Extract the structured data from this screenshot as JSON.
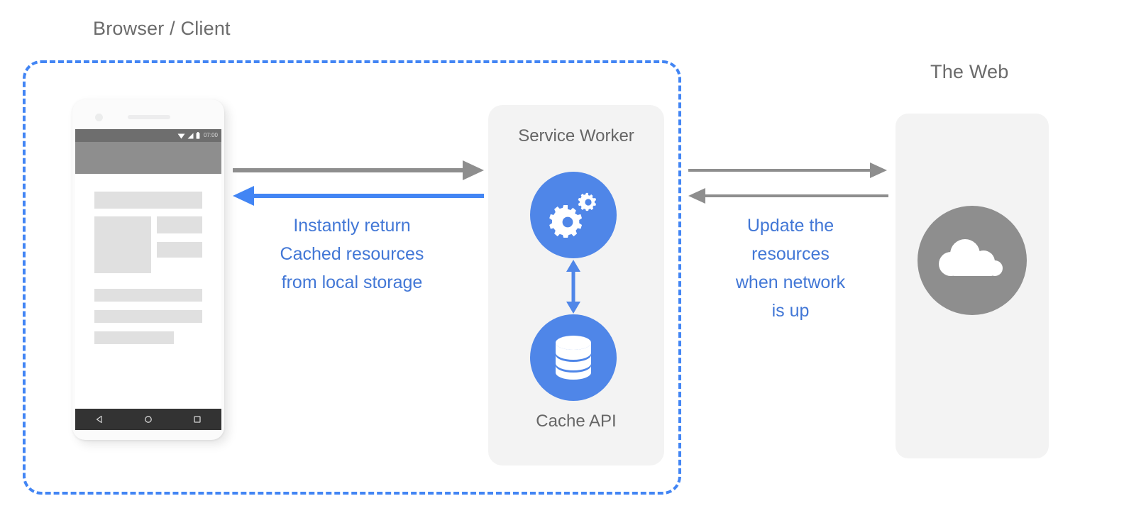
{
  "diagram": {
    "title_browser": "Browser / Client",
    "title_web": "The Web",
    "boundary_color": "#4285f4",
    "accent_blue": "#4f86e8",
    "gray": "#8e8e8e"
  },
  "phone": {
    "status_time": "07:00",
    "status_icons": [
      "wifi-icon",
      "signal-icon",
      "battery-icon"
    ],
    "nav_icons": [
      "back-icon",
      "home-icon",
      "recents-icon"
    ]
  },
  "service_worker": {
    "label": "Service Worker",
    "icon": "gears-icon"
  },
  "cache": {
    "label": "Cache API",
    "icon": "database-icon"
  },
  "web": {
    "icon": "cloud-icon"
  },
  "annotations": {
    "left": "Instantly return\nCached resources\nfrom local storage",
    "right": "Update the\nresources\nwhen network\nis up"
  },
  "arrows": {
    "client_to_sw": "request-arrow",
    "sw_to_client": "cached-response-arrow",
    "sw_to_cache": "cache-read-write-arrow",
    "sw_to_web": "network-request-arrow",
    "web_to_sw": "network-response-arrow"
  }
}
